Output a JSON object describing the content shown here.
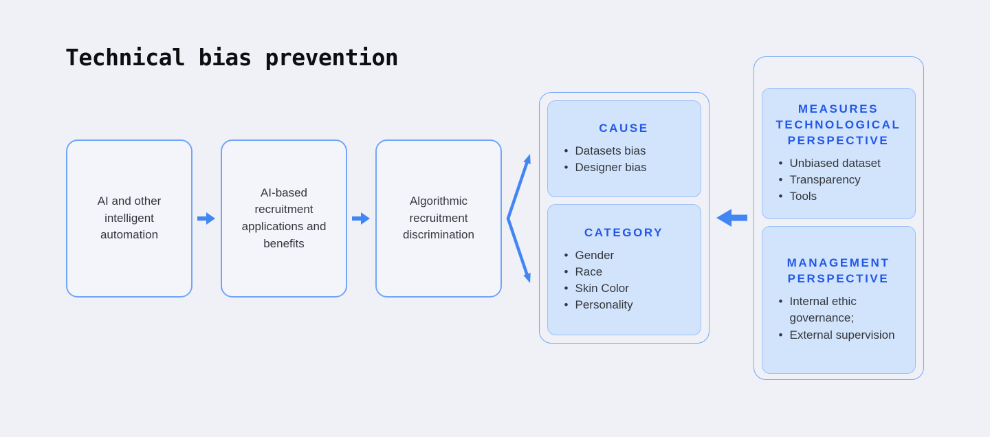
{
  "title": "Technical bias prevention",
  "colors": {
    "bg": "#EFF1F7",
    "box-fill": "#F3F5FA",
    "line": "#72A5F7",
    "inner-fill": "#D2E4FC",
    "inner-border": "#9BBFF8",
    "header": "#2257E7",
    "text": "#33363C",
    "arrow": "#4285F4",
    "title": "#0D0E10"
  },
  "flow": {
    "boxes": [
      {
        "label": "AI and other intelligent automation"
      },
      {
        "label": "AI-based recruitment applications and benefits"
      },
      {
        "label": "Algorithmic recruitment discrimination"
      }
    ]
  },
  "cause_category_panel": {
    "cause": {
      "title": "CAUSE",
      "items": [
        "Datasets bias",
        "Designer bias"
      ]
    },
    "category": {
      "title": "CATEGORY",
      "items": [
        "Gender",
        "Race",
        "Skin Color",
        "Personality"
      ]
    }
  },
  "measures_panel": {
    "technological": {
      "title": "MEASURES TECHNOLOGICAL PERSPECTIVE",
      "items": [
        "Unbiased dataset",
        "Transparency",
        "Tools"
      ]
    },
    "management": {
      "title": "MANAGEMENT PERSPECTIVE",
      "items": [
        "Internal ethic governance;",
        "External supervision"
      ]
    }
  },
  "icons": {
    "flow_arrow": "right-arrow",
    "fork_arrows": "split-double-arrow",
    "feedback_arrow": "left-arrow"
  }
}
